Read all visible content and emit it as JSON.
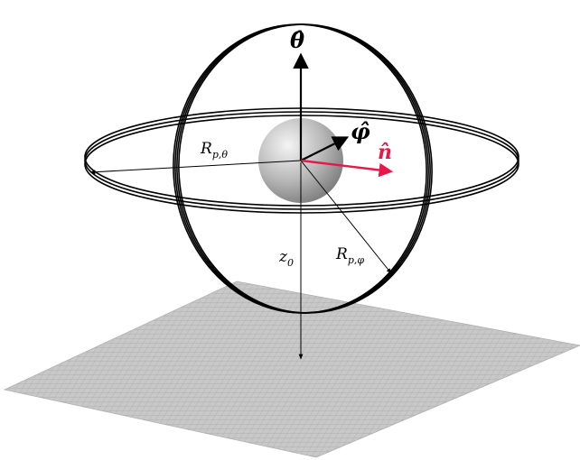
{
  "labels": {
    "theta_hat": "θ̂",
    "phi_hat": "φ̂",
    "n_hat": "n̂",
    "R_p_theta": {
      "main": "R",
      "sub": "p,θ"
    },
    "R_p_phi": {
      "main": "R",
      "sub": "p,φ"
    },
    "z0": {
      "main": "z",
      "sub": "0"
    }
  },
  "colors": {
    "normal_vector": "#e8174a",
    "ground": "#c8c8c8",
    "grid": "#9c9c9c",
    "coil": "#000000"
  },
  "icons": {
    "sphere": "shaded-sphere",
    "ground": "gridded-plane"
  }
}
